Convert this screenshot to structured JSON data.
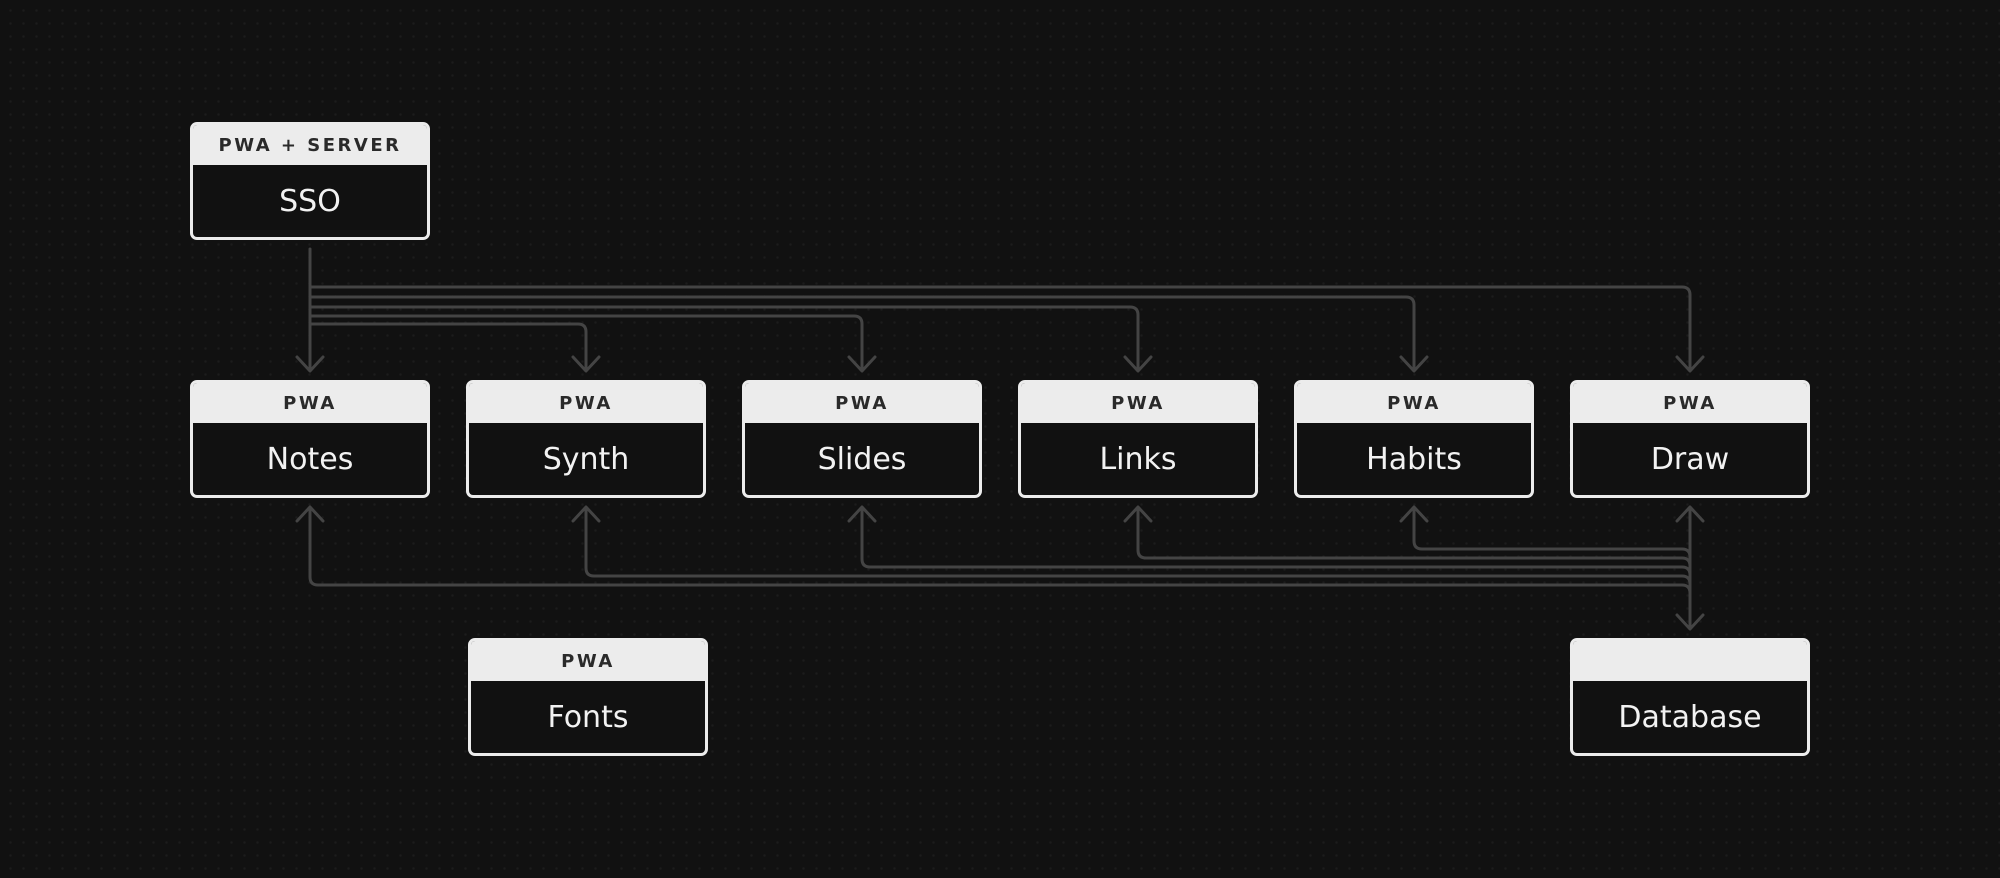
{
  "nodes": {
    "sso": {
      "tag": "PWA + SERVER",
      "label": "SSO"
    },
    "notes": {
      "tag": "PWA",
      "label": "Notes"
    },
    "synth": {
      "tag": "PWA",
      "label": "Synth"
    },
    "slides": {
      "tag": "PWA",
      "label": "Slides"
    },
    "links": {
      "tag": "PWA",
      "label": "Links"
    },
    "habits": {
      "tag": "PWA",
      "label": "Habits"
    },
    "draw": {
      "tag": "PWA",
      "label": "Draw"
    },
    "fonts": {
      "tag": "PWA",
      "label": "Fonts"
    },
    "database": {
      "tag": "",
      "label": "Database"
    }
  },
  "edges": [
    {
      "from": "SSO",
      "to": "Notes"
    },
    {
      "from": "SSO",
      "to": "Synth"
    },
    {
      "from": "SSO",
      "to": "Slides"
    },
    {
      "from": "SSO",
      "to": "Links"
    },
    {
      "from": "SSO",
      "to": "Habits"
    },
    {
      "from": "SSO",
      "to": "Draw"
    },
    {
      "from": "Database",
      "to": "Notes"
    },
    {
      "from": "Database",
      "to": "Synth"
    },
    {
      "from": "Database",
      "to": "Slides"
    },
    {
      "from": "Database",
      "to": "Links"
    },
    {
      "from": "Database",
      "to": "Habits"
    },
    {
      "from": "Database",
      "to": "Draw",
      "bidirectional": true
    }
  ],
  "colors": {
    "background": "#111111",
    "node_border": "#ececec",
    "node_header": "#ececec",
    "wire": "#444444"
  }
}
